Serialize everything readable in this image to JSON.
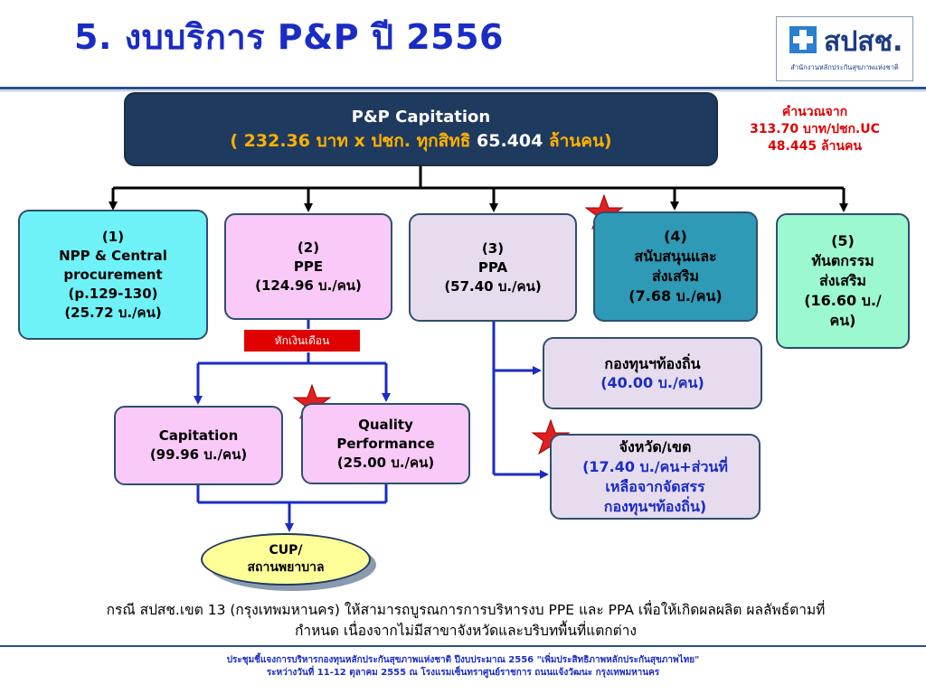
{
  "title": "5. งบบริการ P&P ปี 2556",
  "logo": {
    "text": "สปสช.",
    "subtitle": "สำนักงานหลักประกันสุขภาพแห่งชาติ"
  },
  "capitation": {
    "line1": "P&P Capitation",
    "line2_a": "( 232.36 ",
    "line2_b": "บาท x ปชก. ทุกสิทธิ ",
    "line2_c": "65.404 ",
    "line2_d": "ล้านคน)"
  },
  "note": {
    "line1": "คำนวณจาก",
    "line2": "313.70 บาท/ปชก.UC",
    "line3": "48.445 ล้านคน"
  },
  "boxes": {
    "b1": {
      "num": "(1)",
      "name1": "NPP & Central",
      "name2": "procurement",
      "name3": "(p.129-130)",
      "amount": "(25.72 บ./คน)"
    },
    "b2": {
      "num": "(2)",
      "name": "PPE",
      "amount": "(124.96 บ./คน)"
    },
    "b3": {
      "num": "(3)",
      "name": "PPA",
      "amount": "(57.40 บ./คน)"
    },
    "b4": {
      "num": "(4)",
      "name1": "สนับสนุนและ",
      "name2": "ส่งเสริม",
      "amount": "(7.68 บ./คน)"
    },
    "b5": {
      "num": "(5)",
      "name1": "ทันตกรรม",
      "name2": "ส่งเสริม",
      "amount1": "(16.60 บ./",
      "amount2": "คน)"
    }
  },
  "deduct_label": "หักเงินเดือน",
  "ppe_children": {
    "capitation": {
      "name": "Capitation",
      "amount": "(99.96 บ./คน)"
    },
    "quality": {
      "name1": "Quality",
      "name2": "Performance",
      "amount": "(25.00 บ./คน)"
    }
  },
  "ppa_children": {
    "fund": {
      "name": "กองทุนฯท้องถิ่น",
      "amount": "(40.00 บ./คน)"
    },
    "province": {
      "name": "จังหวัด/เขต",
      "amount1": "(17.40 บ./คน+ส่วนที่",
      "amount2": "เหลือจากจัดสรร",
      "amount3": "กองทุนฯท้องถิ่น)"
    }
  },
  "cup": {
    "line1": "CUP/",
    "line2": "สถานพยาบาล"
  },
  "remark": {
    "line1": "กรณี สปสช.เขต 13 (กรุงเทพมหานคร) ให้สามารถบูรณการการบริหารงบ PPE และ PPA เพื่อให้เกิดผลผลิต ผลลัพธ์ตามที่",
    "line2": "กำหนด  เนื่องจากไม่มีสาขาจังหวัดและบริบทพื้นที่แตกต่าง"
  },
  "footer": {
    "line1": "ประชุมชี้แจงการบริหารกองทุนหลักประกันสุขภาพแห่งชาติ ปีงบประมาณ 2556 \"เพิ่มประสิทธิภาพหลักประกันสุขภาพไทย\"",
    "line2": "ระหว่างวันที่ 11-12 ตุลาคม 2555 ณ โรงแรมเซ็นทราศูนย์ราชการ ถนนแจ้งวัฒนะ กรุงเทพมหานคร"
  },
  "colors": {
    "title": "#1a2cc4",
    "star": "#e02020",
    "red_text": "#e00000",
    "blue_arrow": "#1a2cc4"
  }
}
